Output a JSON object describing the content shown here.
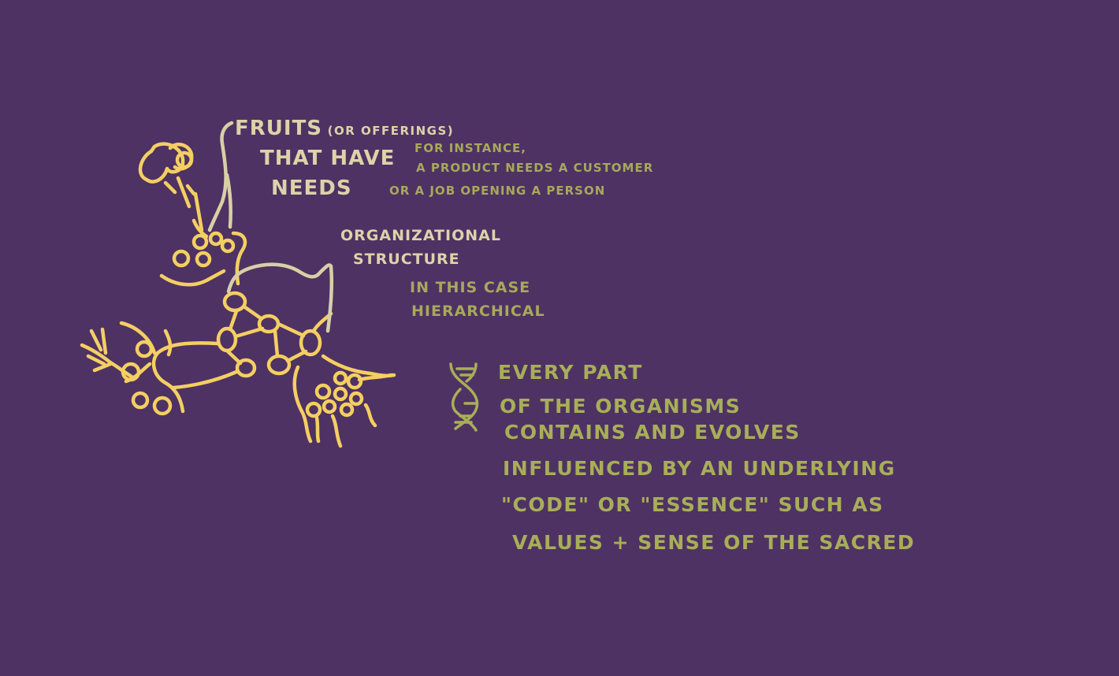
{
  "colors": {
    "background": "#4e3263",
    "tree": "#f4cf62",
    "bracket": "#d7d0a6",
    "label_light": "#dcd3a8",
    "label_muted": "#a7a85c",
    "dna_text": "#a8ae58"
  },
  "icons": {
    "dna": "dna-helix-icon",
    "tree": "tree-organism-sketch"
  },
  "fruits": {
    "title_main": "Fruits",
    "title_paren": "(or offerings)",
    "line2": "That have",
    "line3": "needs",
    "note_line1": "For instance,",
    "note_line2": "a product needs a customer",
    "note_line3": "or a job opening a Person"
  },
  "structure": {
    "title_line1": "Organizational",
    "title_line2": "Structure",
    "note_line1": "In this case",
    "note_line2": "Hierarchical"
  },
  "dna": {
    "line1": "Every Part",
    "line2": "of the organisms",
    "line3": "contains and Evolves",
    "line4": "Influenced by an underlying",
    "line5": "\"Code\" or \"Essence\" such as",
    "line6": "Values + sense of the sacred"
  }
}
